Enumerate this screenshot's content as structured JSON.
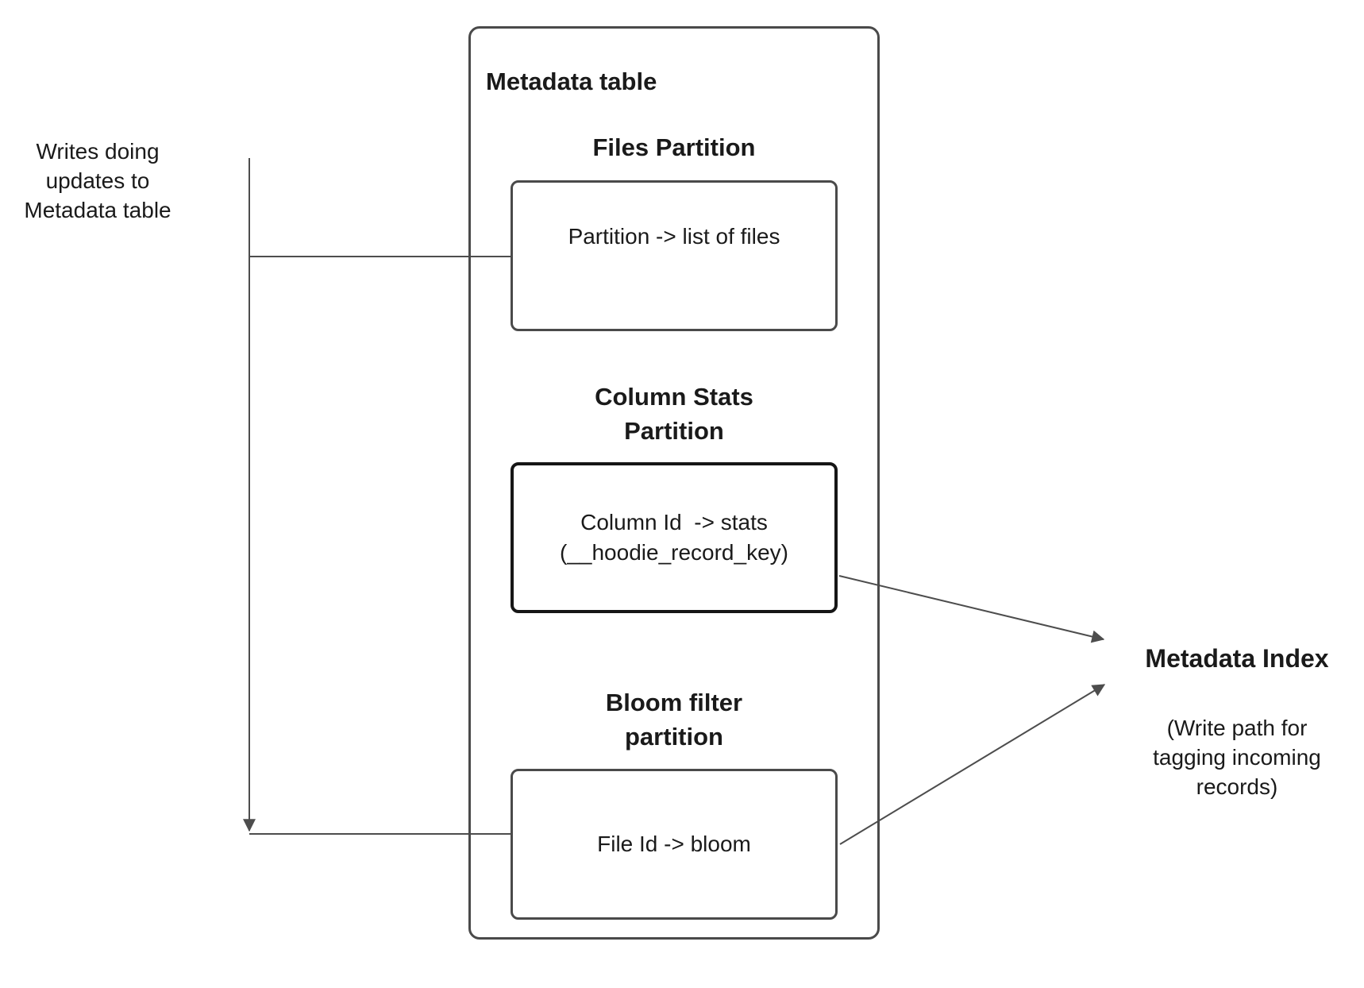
{
  "writes_label": "Writes doing\nupdates to\nMetadata table",
  "metadata_table": {
    "title": "Metadata table",
    "files_partition": {
      "heading": "Files Partition",
      "mapping": "Partition -> list of files"
    },
    "column_stats_partition": {
      "heading": "Column Stats\nPartition",
      "mapping": "Column Id  -> stats\n(__hoodie_record_key)"
    },
    "bloom_filter_partition": {
      "heading": "Bloom filter\npartition",
      "mapping": "File Id -> bloom"
    }
  },
  "metadata_index": {
    "title": "Metadata Index",
    "subtitle": "(Write path for\ntagging incoming\nrecords)"
  },
  "colors": {
    "box_border": "#4a4a4a",
    "emphasis_border": "#161616",
    "connector": "#4d4d4d",
    "text": "#1a1a1a"
  }
}
